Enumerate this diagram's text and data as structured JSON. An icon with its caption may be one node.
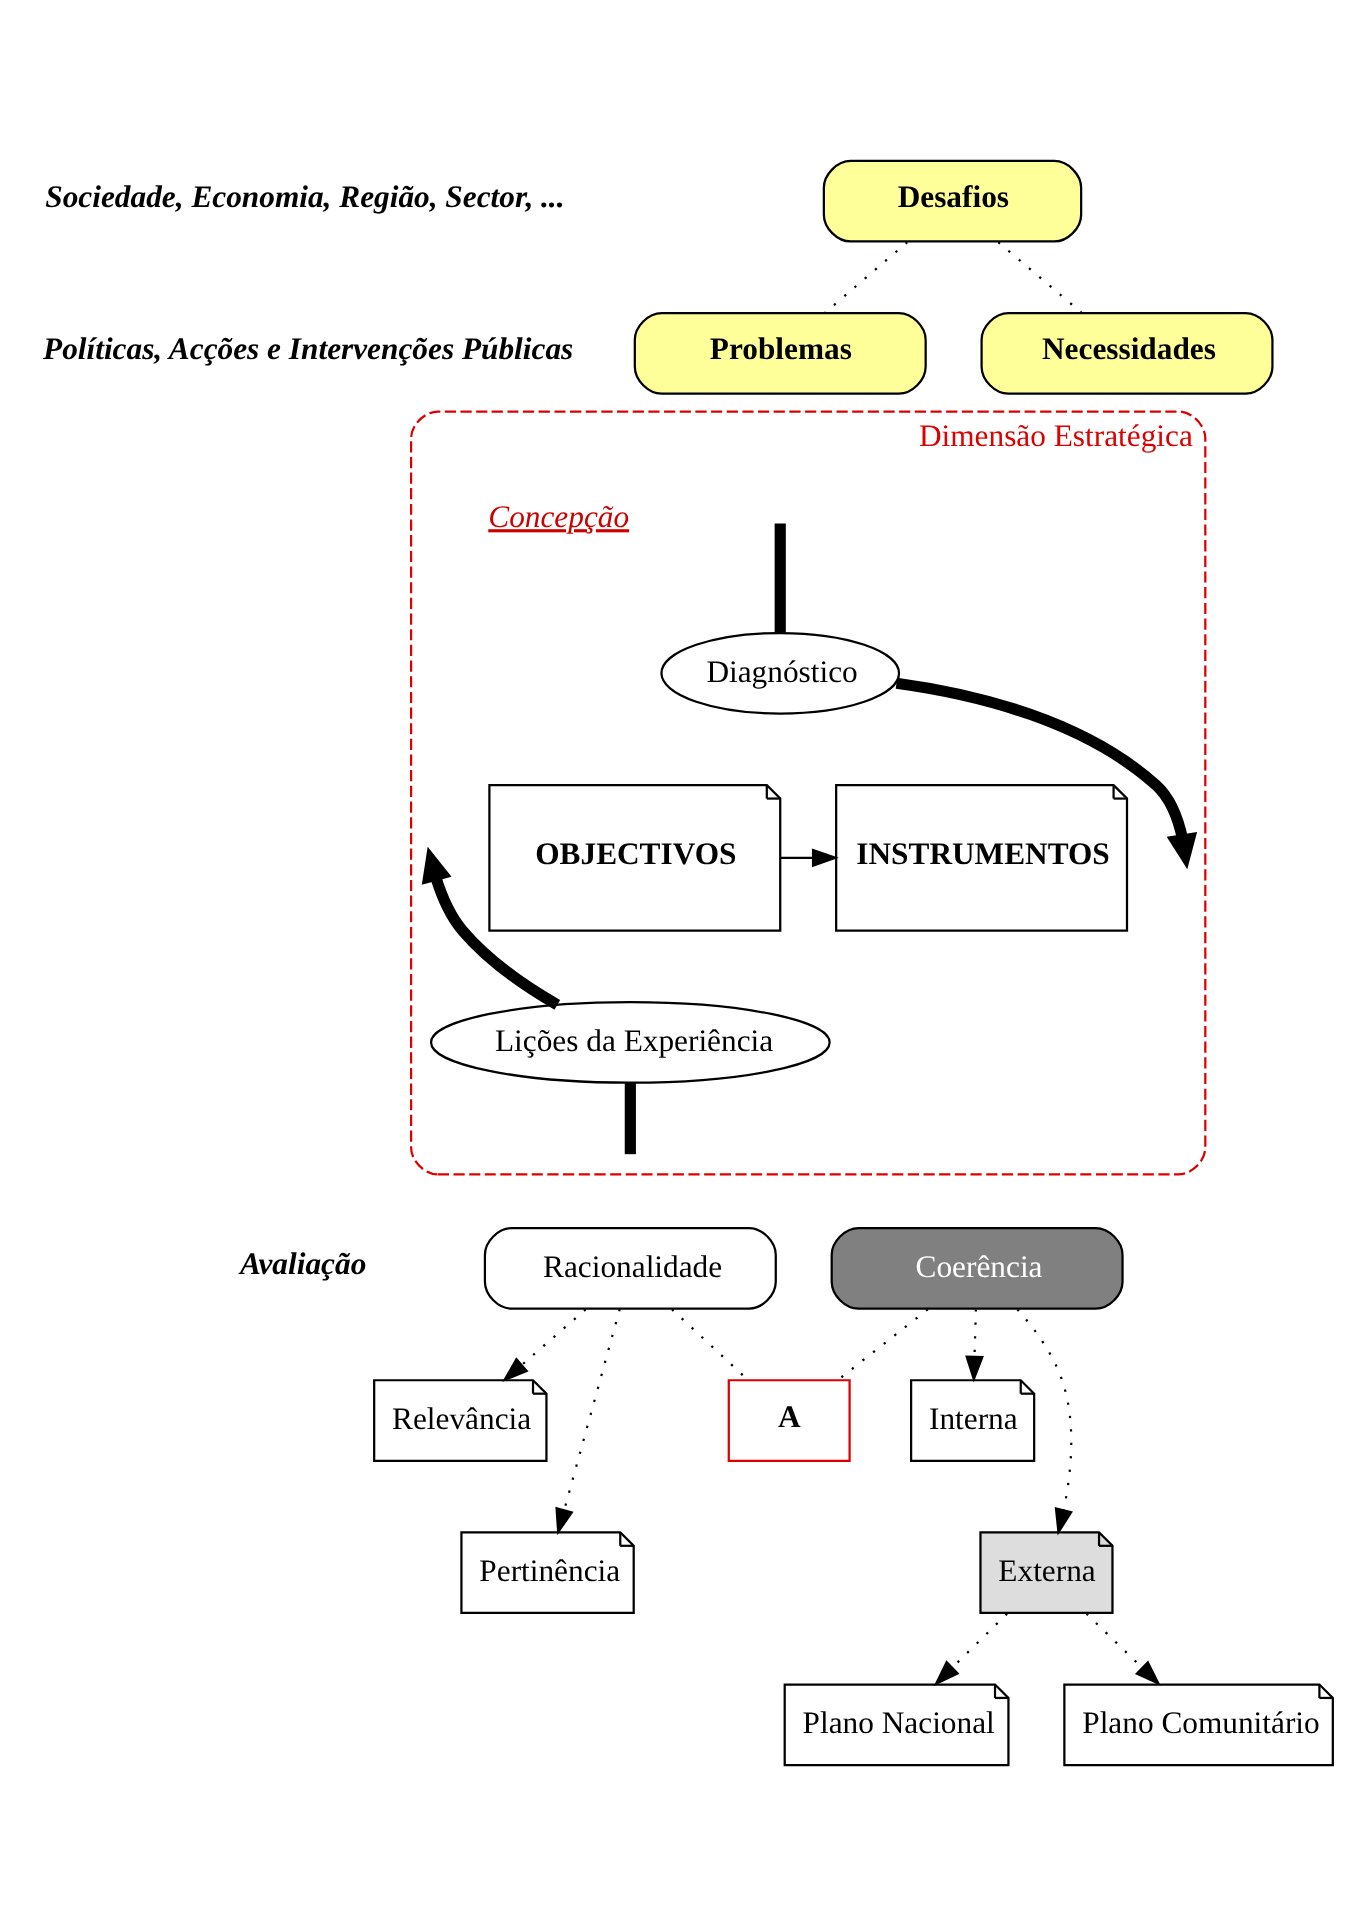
{
  "diagram": {
    "nodes": [
      {
        "text": [
          "Desafios"
        ]
      },
      {
        "text": [
          "Problemas"
        ]
      },
      {
        "text": [
          "Necessidades"
        ]
      },
      {
        "text": [
          "Dimensão Estratégica"
        ]
      },
      {
        "text": [
          "Diagnóstico"
        ],
        "in": 3
      },
      {
        "text": [
          "OBJECTIVOS"
        ],
        "in": 3
      },
      {
        "text": [
          "INSTRUMENTOS"
        ],
        "in": 3
      },
      {
        "text": [
          "Lições da Experiência"
        ],
        "in": 3
      },
      {
        "text": [
          "Racionalidade"
        ]
      },
      {
        "text": [
          "Coerência"
        ]
      },
      {
        "text": [
          "A"
        ]
      },
      {
        "text": [
          "Relevância"
        ]
      },
      {
        "text": [
          "Interna"
        ]
      },
      {
        "text": [
          "Pertinência"
        ]
      },
      {
        "text": [
          "Externa"
        ]
      },
      {
        "text": [
          "Plano Nacional"
        ]
      },
      {
        "text": [
          "Plano Comunitário"
        ]
      }
    ],
    "edges": [
      {
        "from": 0,
        "to": 1,
        "arrow": "none",
        "style": "dashed"
      },
      {
        "from": 0,
        "to": 2,
        "arrow": "none",
        "style": "dashed"
      },
      {
        "from": 4,
        "to": null,
        "arrow": "to",
        "style": "thick"
      },
      {
        "from": null,
        "to": 4,
        "arrow": "none",
        "style": "thick"
      },
      {
        "from": 5,
        "to": 6,
        "arrow": "to"
      },
      {
        "from": 7,
        "to": null,
        "arrow": "to",
        "style": "thick"
      },
      {
        "from": 7,
        "to": null,
        "arrow": "none",
        "style": "thick"
      },
      {
        "from": 8,
        "to": 10,
        "arrow": "none",
        "style": "dashed"
      },
      {
        "from": 9,
        "to": 10,
        "arrow": "none",
        "style": "dashed"
      },
      {
        "from": 8,
        "to": 11,
        "arrow": "to",
        "style": "dashed"
      },
      {
        "from": 8,
        "to": 13,
        "arrow": "to",
        "style": "dashed"
      },
      {
        "from": 9,
        "to": 12,
        "arrow": "to",
        "style": "dashed"
      },
      {
        "from": 9,
        "to": 14,
        "arrow": "to",
        "style": "dashed"
      },
      {
        "from": 14,
        "to": 15,
        "arrow": "to",
        "style": "dashed"
      },
      {
        "from": 14,
        "to": 16,
        "arrow": "to",
        "style": "dashed"
      }
    ],
    "labels": [
      "Sociedade, Economia, Região, Sector, ...",
      "Políticas, Acções e Intervenções Públicas",
      "Concepção",
      "Avaliação"
    ]
  }
}
